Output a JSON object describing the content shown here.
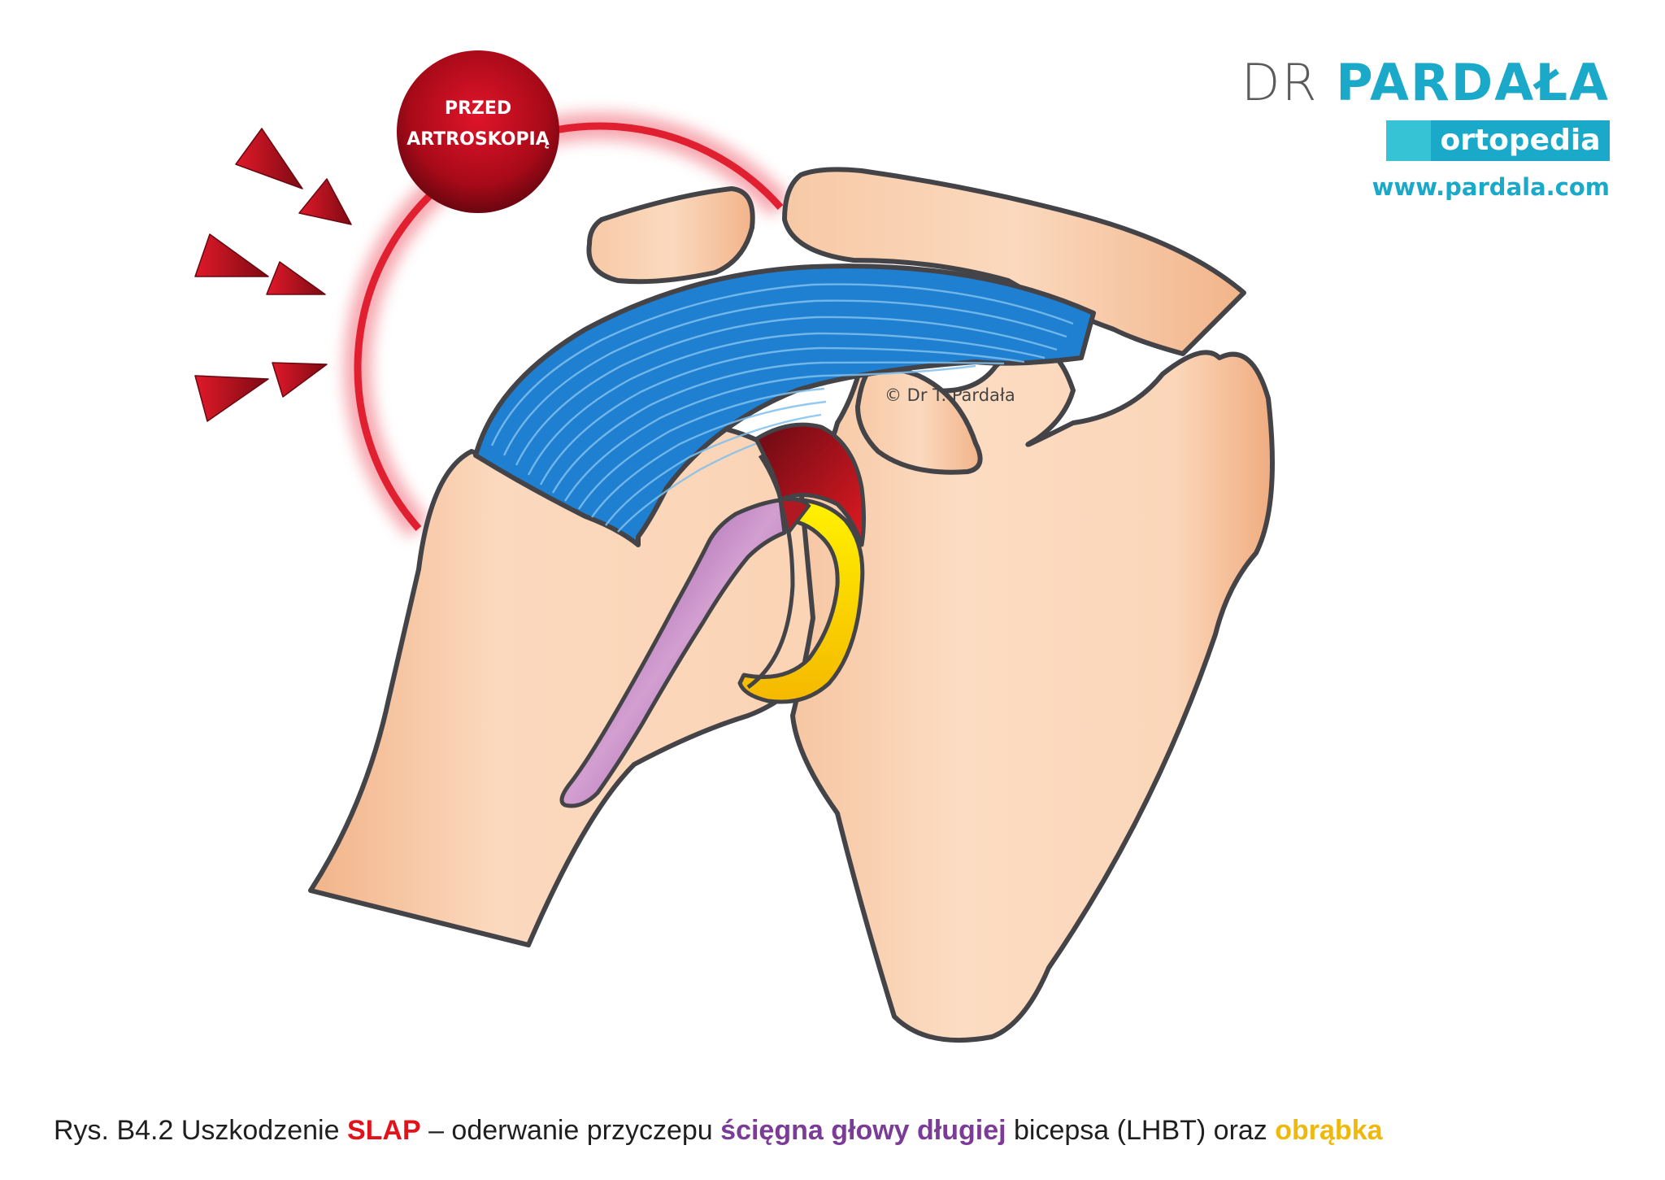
{
  "badge": {
    "line1": "PRZED",
    "line2": "ARTROSKOPIĄ"
  },
  "brand": {
    "dr": "DR",
    "name": "PARDAŁA",
    "subtitle": "ortopedia",
    "url": "www.pardala.com"
  },
  "watermark": "© Dr T. Pardała",
  "caption": {
    "prefix": "Rys. B4.2 Uszkodzenie ",
    "slap": "SLAP",
    "middle": " – oderwanie przyczepu ",
    "tendon": "ścięgna głowy długiej",
    "middle2": " bicepsa (LHBT) oraz ",
    "labrum": "obrąbka"
  },
  "colors": {
    "bone_light": "#fbdcc3",
    "bone_dark": "#f2b48a",
    "outline": "#444448",
    "rotator_cuff": "#1f7fd0",
    "tendon": "#8a48a8",
    "labrum": "#f8d500",
    "badge_red": "#c40c1c",
    "glow_red": "#e02030",
    "arrow_red": "#c8101f",
    "brand_teal": "#1ba9c9"
  }
}
